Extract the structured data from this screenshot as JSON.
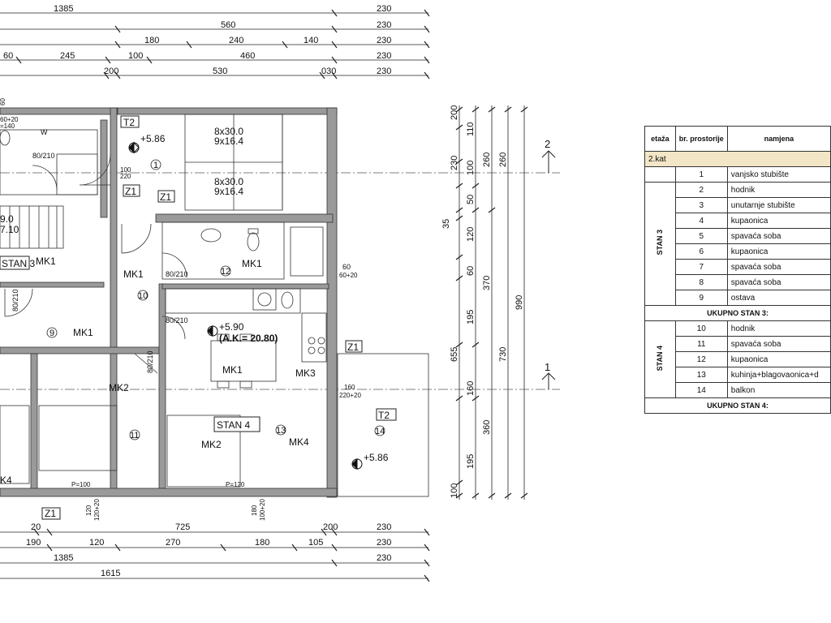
{
  "dims_top": {
    "r1": [
      "1385",
      "230"
    ],
    "r2": [
      "560",
      "230"
    ],
    "r3": [
      "180",
      "240",
      "140",
      "230"
    ],
    "r4": [
      "60",
      "245",
      "100",
      "460",
      "230"
    ],
    "r5": [
      "200",
      "530",
      "030",
      "230"
    ]
  },
  "dims_bottom": {
    "r1": [
      "20",
      "725",
      "200",
      "230"
    ],
    "r2": [
      "190",
      "120",
      "270",
      "180",
      "105",
      "230"
    ],
    "r3": [
      "1385",
      "230"
    ],
    "r4": [
      "1615"
    ]
  },
  "dims_right": {
    "c1": [
      "200",
      "110",
      "100",
      "50",
      "35",
      "120",
      "60",
      "195",
      "160",
      "195",
      "100"
    ],
    "c2": [
      "230",
      "260",
      "370",
      "655",
      "360"
    ],
    "c3": [
      "260",
      "730"
    ],
    "c4": [
      "990"
    ]
  },
  "plan_labels": {
    "left_small": [
      "60",
      "60+20",
      "=140",
      "W",
      "80/210",
      "9.0",
      "7.10",
      "80/210"
    ],
    "t2_top": "T2",
    "t2_top_level": "+5.86",
    "stair_1": "8x30.0",
    "stair_2": "9x16.4",
    "stair_3": "8x30.0",
    "stair_4": "9x16.4",
    "z1": "Z1",
    "dim_100": "100",
    "dim_220": "220",
    "stan3": "STAN 3",
    "stan4": "STAN 4",
    "mk1": "MK1",
    "mk2": "MK2",
    "mk3": "MK3",
    "mk4": "MK4",
    "door_8020": "80/210",
    "window_60": "60",
    "window_6020": "60+20",
    "level_590": "+5.90",
    "ak": "(A.K.= 20.80)",
    "t2_balcony": "T2",
    "balcony_level": "+5.86",
    "dim_160": "160",
    "dim_22020": "220+20",
    "p100": "P=100",
    "p120": "P=120",
    "dim_120": "120",
    "dim_12020": "120+20",
    "dim_180": "180",
    "dim_10020": "100+20",
    "section_2": "2",
    "section_1": "1",
    "rooms": [
      "1",
      "9",
      "10",
      "11",
      "12",
      "13",
      "14"
    ],
    "mk4_left": "K4"
  },
  "table": {
    "headers": [
      "etaža",
      "br. prostorije",
      "namjena"
    ],
    "floor": "2.kat",
    "row1": {
      "no": "1",
      "name": "vanjsko stubište"
    },
    "stan3_label": "STAN 3",
    "stan3_rows": [
      {
        "no": "2",
        "name": "hodnik"
      },
      {
        "no": "3",
        "name": "unutarnje stubište"
      },
      {
        "no": "4",
        "name": "kupaonica"
      },
      {
        "no": "5",
        "name": "spavaća soba"
      },
      {
        "no": "6",
        "name": "kupaonica"
      },
      {
        "no": "7",
        "name": "spavaća soba"
      },
      {
        "no": "8",
        "name": "spavaća soba"
      },
      {
        "no": "9",
        "name": "ostava"
      }
    ],
    "stan3_total": "UKUPNO STAN 3:",
    "stan4_label": "STAN 4",
    "stan4_rows": [
      {
        "no": "10",
        "name": "hodnik"
      },
      {
        "no": "11",
        "name": "spavaća soba"
      },
      {
        "no": "12",
        "name": "kupaonica"
      },
      {
        "no": "13",
        "name": "kuhinja+blagovaonica+d"
      },
      {
        "no": "14",
        "name": "balkon"
      }
    ],
    "stan4_total": "UKUPNO STAN 4:"
  }
}
